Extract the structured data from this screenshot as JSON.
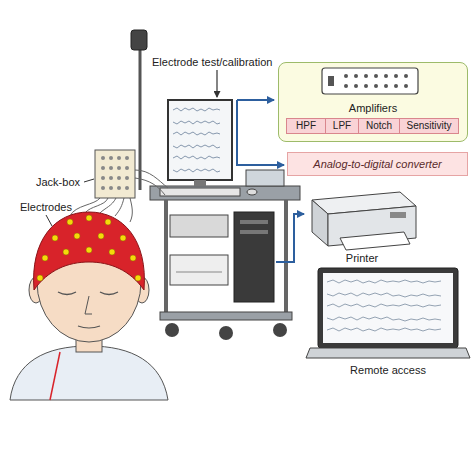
{
  "diagram": {
    "nodes": [
      {
        "text": [
          "Amplifiers"
        ]
      },
      {
        "text": [
          "HPF"
        ],
        "in": 0
      },
      {
        "text": [
          "LPF"
        ],
        "in": 0
      },
      {
        "text": [
          "Notch"
        ],
        "in": 0
      },
      {
        "text": [
          "Sensitivity"
        ],
        "in": 0
      },
      {
        "text": [
          "Analog-to-digital converter"
        ]
      }
    ],
    "labels": [
      "Electrode test/calibration",
      "Jack-box",
      "Electrodes",
      "Printer",
      "Remote access"
    ]
  }
}
